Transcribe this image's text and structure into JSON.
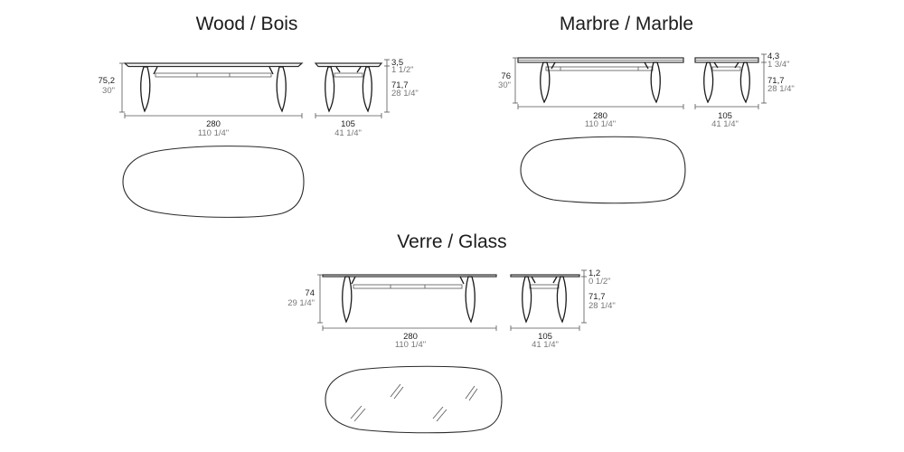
{
  "sections": {
    "wood": {
      "title": "Wood / Bois",
      "height_cm": "75,2",
      "height_in": "30\"",
      "length_cm": "280",
      "length_in": "110 1/4\"",
      "width_cm": "105",
      "width_in": "41 1/4\"",
      "top_cm": "3,5",
      "top_in": "1 1/2\"",
      "under_cm": "71,7",
      "under_in": "28 1/4\""
    },
    "marble": {
      "title": "Marbre / Marble",
      "height_cm": "76",
      "height_in": "30\"",
      "length_cm": "280",
      "length_in": "110 1/4\"",
      "width_cm": "105",
      "width_in": "41 1/4\"",
      "top_cm": "4,3",
      "top_in": "1 3/4\"",
      "under_cm": "71,7",
      "under_in": "28 1/4\""
    },
    "glass": {
      "title": "Verre / Glass",
      "height_cm": "74",
      "height_in": "29 1/4\"",
      "length_cm": "280",
      "length_in": "110 1/4\"",
      "width_cm": "105",
      "width_in": "41 1/4\"",
      "top_cm": "1,2",
      "top_in": "0 1/2\"",
      "under_cm": "71,7",
      "under_in": "28 1/4\""
    }
  }
}
